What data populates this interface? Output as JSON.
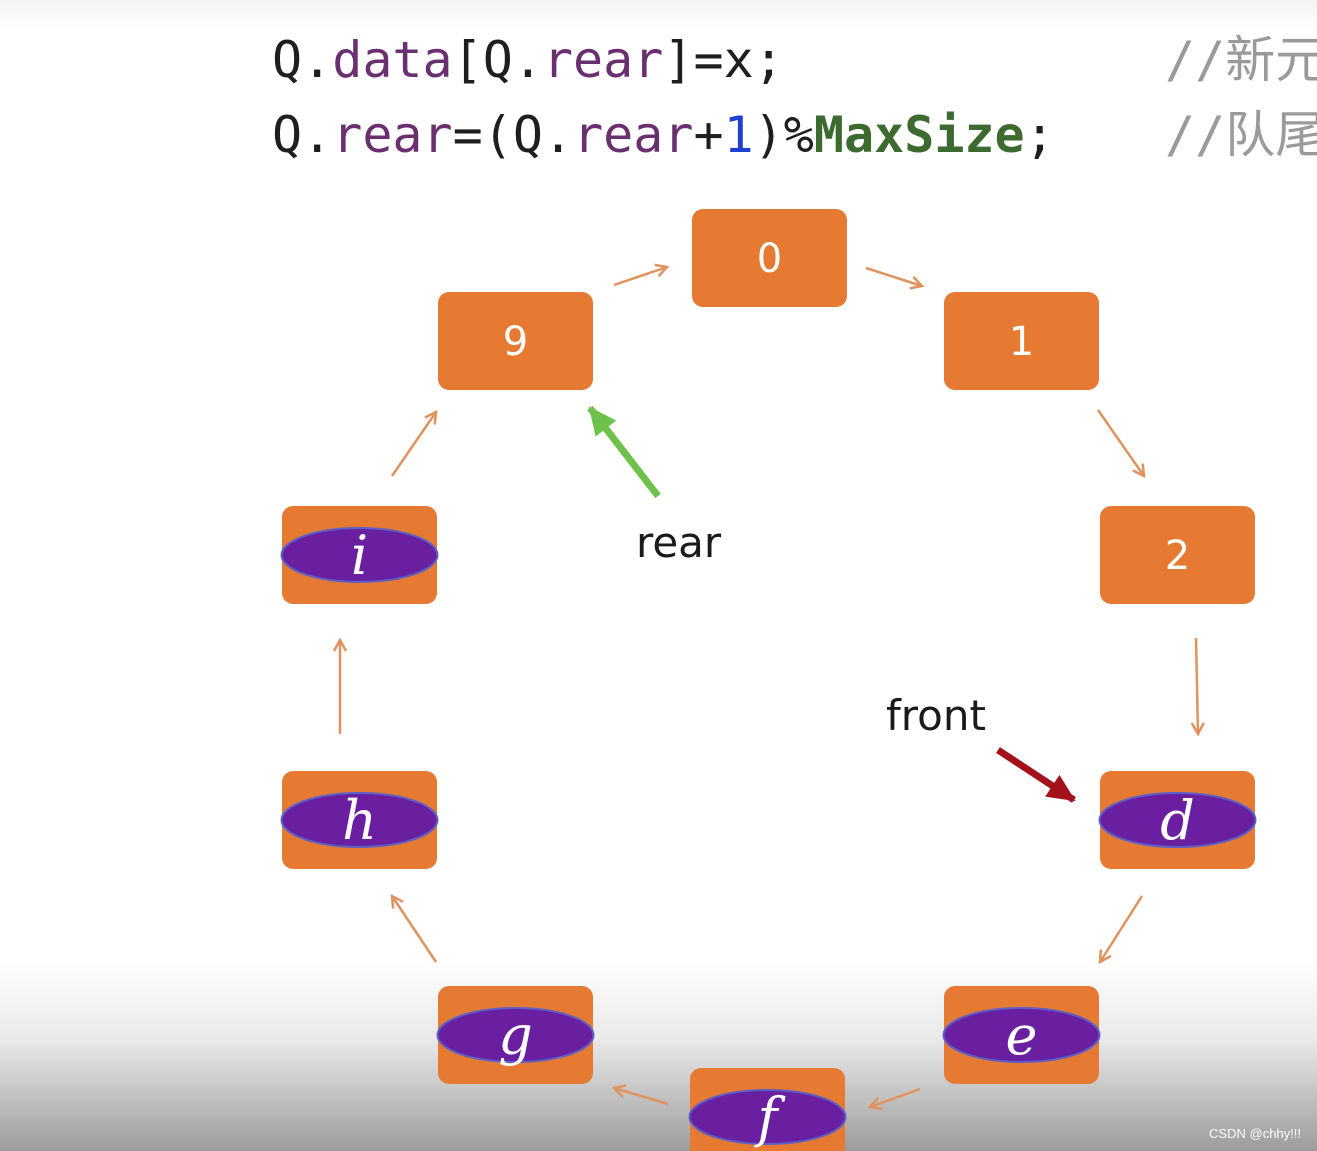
{
  "code": {
    "line1": {
      "q1": "Q.",
      "data": "data",
      "bracket_open": "[Q.",
      "rear": "rear",
      "rest": "]=x;"
    },
    "line2": {
      "q1": "Q.",
      "rear1": "rear",
      "mid": "=(Q.",
      "rear2": "rear",
      "plus": "+",
      "one": "1",
      "close": ")%",
      "maxsize": "MaxSize",
      "semi": ";"
    },
    "comment1": "//新元",
    "comment2": "//队尾"
  },
  "slots": [
    {
      "index": "0",
      "element": ""
    },
    {
      "index": "1",
      "element": ""
    },
    {
      "index": "2",
      "element": ""
    },
    {
      "index": "",
      "element": "d"
    },
    {
      "index": "",
      "element": "e"
    },
    {
      "index": "",
      "element": "f"
    },
    {
      "index": "",
      "element": "g"
    },
    {
      "index": "",
      "element": "h"
    },
    {
      "index": "",
      "element": "i"
    },
    {
      "index": "9",
      "element": ""
    }
  ],
  "pointers": {
    "rear": "rear",
    "front": "front"
  },
  "colors": {
    "box": "#e67a33",
    "element": "#6a1fa0",
    "flow_arrow": "#e0925f",
    "rear_arrow": "#6cc24a",
    "front_arrow": "#a3121b"
  },
  "watermark": "CSDN @chhy!!!"
}
